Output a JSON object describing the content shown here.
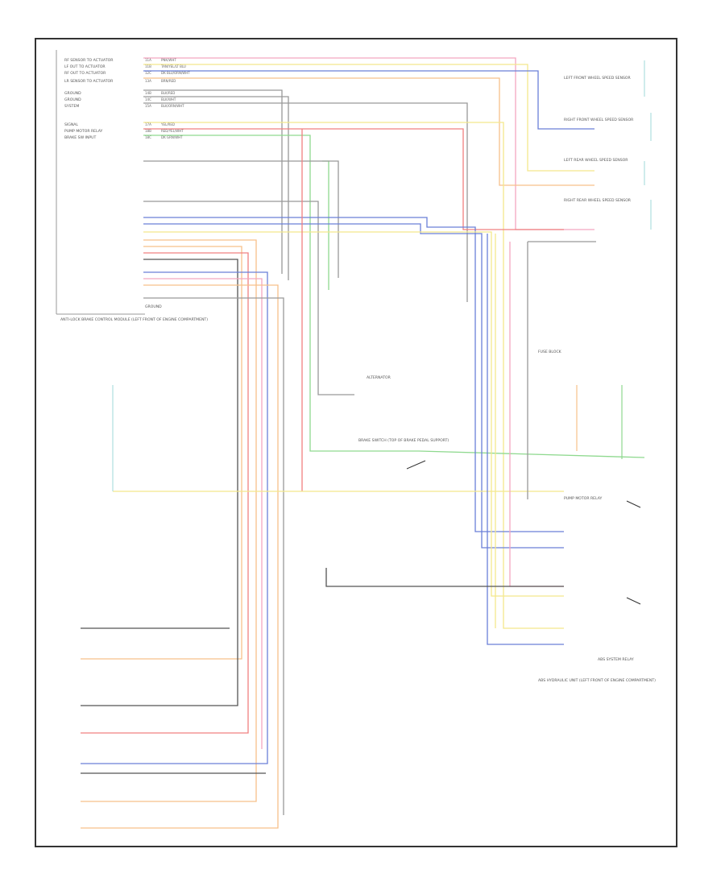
{
  "colors": {
    "pink": "#f4a6c0",
    "red": "#f08080",
    "yellow": "#f3e88c",
    "orange": "#f7c08a",
    "blue": "#6a7fd8",
    "green": "#8fd98f",
    "gray": "#999999",
    "dark": "#555555",
    "teal": "#9fd9d9"
  },
  "diagram": {
    "module_pins": [
      {
        "label": "RF SENSOR TO ACTUATOR",
        "pin": "11A",
        "wire": "PNK/WHT"
      },
      {
        "label": "LF OUT TO ACTUATOR",
        "pin": "11B",
        "wire": "TAN/YEL/LT BLU"
      },
      {
        "label": "RF OUT TO ACTUATOR",
        "pin": "12C",
        "wire": "DK BLU/ORN/WHT"
      },
      {
        "label": "LR SENSOR TO ACTUATOR",
        "pin": "13A",
        "wire": "BRN/RED"
      },
      {
        "label": "GROUND",
        "pin": "14B",
        "wire": "BLK/RED"
      },
      {
        "label": "GROUND",
        "pin": "14C",
        "wire": "BLK/WHT"
      },
      {
        "label": "SYSTEM",
        "pin": "15A",
        "wire": "BLK/ORN/WHT"
      },
      {
        "label": "SIGNAL",
        "pin": "17A",
        "wire": "YEL/RED"
      },
      {
        "label": "PUMP MOTOR RELAY",
        "pin": "18B",
        "wire": "RED/YEL/WHT"
      },
      {
        "label": "BRAKE SW INPUT",
        "pin": "18C",
        "wire": "DK GRN/WHT"
      }
    ],
    "module_title": "ANTI-LOCK BRAKE CONTROL MODULE (LEFT FRONT OF ENGINE COMPARTMENT)",
    "labels": {
      "lf_sensor": "LEFT FRONT WHEEL SPEED SENSOR",
      "rf_sensor": "RIGHT FRONT WHEEL SPEED SENSOR",
      "lr_sensor": "LEFT REAR WHEEL SPEED SENSOR",
      "rr_sensor": "RIGHT REAR WHEEL SPEED SENSOR",
      "alternator": "ALTERNATOR",
      "brake_switch": "BRAKE SWITCH (TOP OF BRAKE PEDAL SUPPORT)",
      "pump_relay": "PUMP MOTOR RELAY",
      "abs_relay": "ABS SYSTEM RELAY",
      "hydraulic_unit": "ABS HYDRAULIC UNIT (LEFT FRONT OF ENGINE COMPARTMENT)",
      "fuse_block": "FUSE BLOCK",
      "ground": "GROUND"
    }
  }
}
